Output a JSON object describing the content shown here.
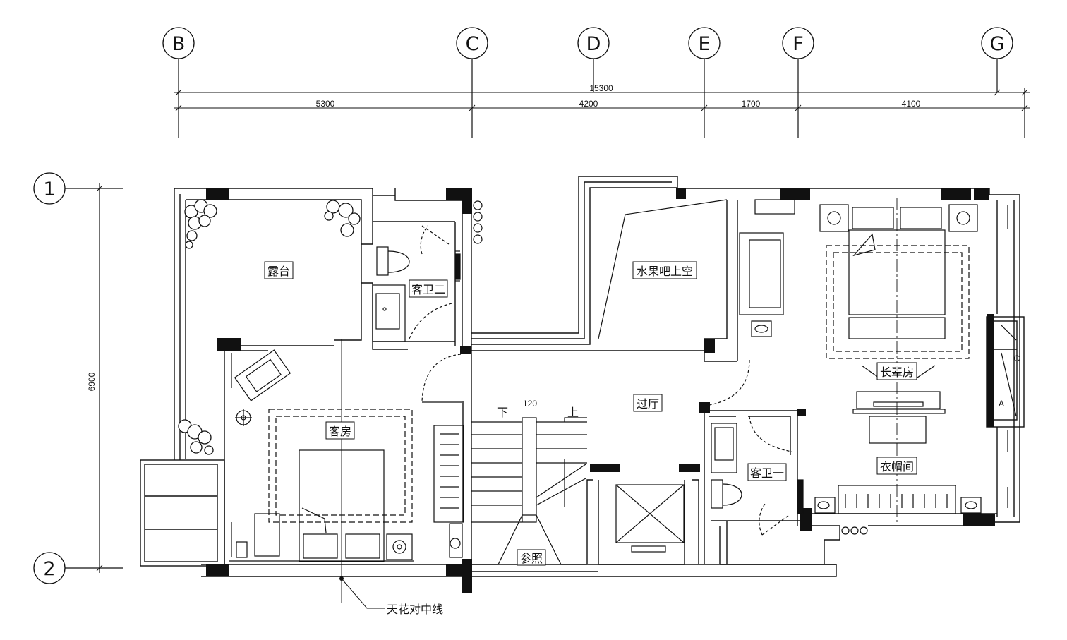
{
  "axes_columns": [
    "B",
    "C",
    "D",
    "E",
    "F",
    "G"
  ],
  "axes_rows": [
    "1",
    "2"
  ],
  "dimensions": {
    "overall": "15300",
    "segments": [
      "5300",
      "4200",
      "1700",
      "4100"
    ],
    "vertical": "6900"
  },
  "rooms": {
    "terrace": "露台",
    "guest_bath_2": "客卫二",
    "fruit_bar_void": "水果吧上空",
    "hall": "过厅",
    "guest_room": "客房",
    "elder_room": "长辈房",
    "guest_bath_1": "客卫一",
    "cloakroom": "衣帽间",
    "reference": "参照"
  },
  "stair": {
    "down": "下",
    "up": "上",
    "gap": "120"
  },
  "wardrobe_marks": {
    "a": "A",
    "c": "C"
  },
  "ceiling_note": "天花对中线",
  "colors": {
    "ink": "#111111",
    "paper": "#ffffff"
  }
}
